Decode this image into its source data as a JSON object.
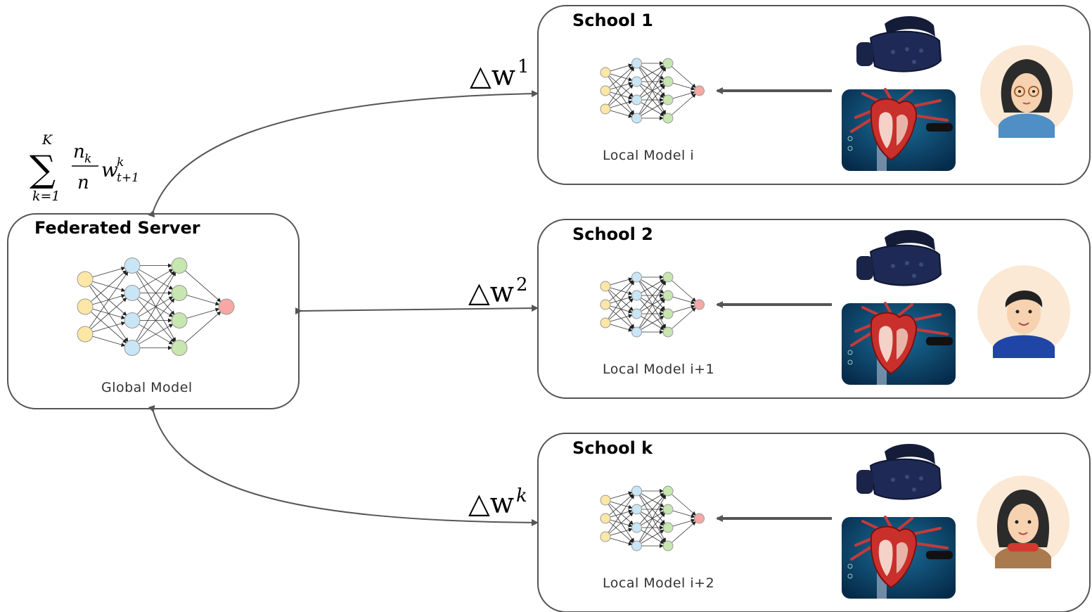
{
  "server": {
    "title": "Federated Server",
    "caption": "Global Model",
    "aggregation": {
      "sum_symbol": "∑",
      "upper": "K",
      "lower": "k=1",
      "numerator": "n",
      "numerator_sub": "k",
      "denominator": "n",
      "weight": "w",
      "weight_sup": "k",
      "weight_sub": "t+1"
    }
  },
  "schools": [
    {
      "title": "School 1",
      "caption": "Local Model i",
      "update_symbol": "△w",
      "update_sup": "1",
      "avatar": "girl-with-glasses"
    },
    {
      "title": "School 2",
      "caption": "Local Model i+1",
      "update_symbol": "△w",
      "update_sup": "2",
      "avatar": "boy"
    },
    {
      "title": "School k",
      "caption": "Local Model i+2",
      "update_symbol": "△w",
      "update_sup": "k",
      "avatar": "girl-with-scarf"
    }
  ],
  "icons": {
    "headset": "vr-headset-icon",
    "heart": "heart-anatomy-icon",
    "network": "neural-network-icon"
  },
  "colors": {
    "input_node": "#fde7a6",
    "hidden1_node": "#c9e6f7",
    "hidden2_node": "#c7e6b0",
    "output_node": "#f7a8a4",
    "box_stroke": "#555555",
    "arrow": "#555555",
    "headset_body": "#1e2a55",
    "heart_bg": "#0b4d76"
  }
}
